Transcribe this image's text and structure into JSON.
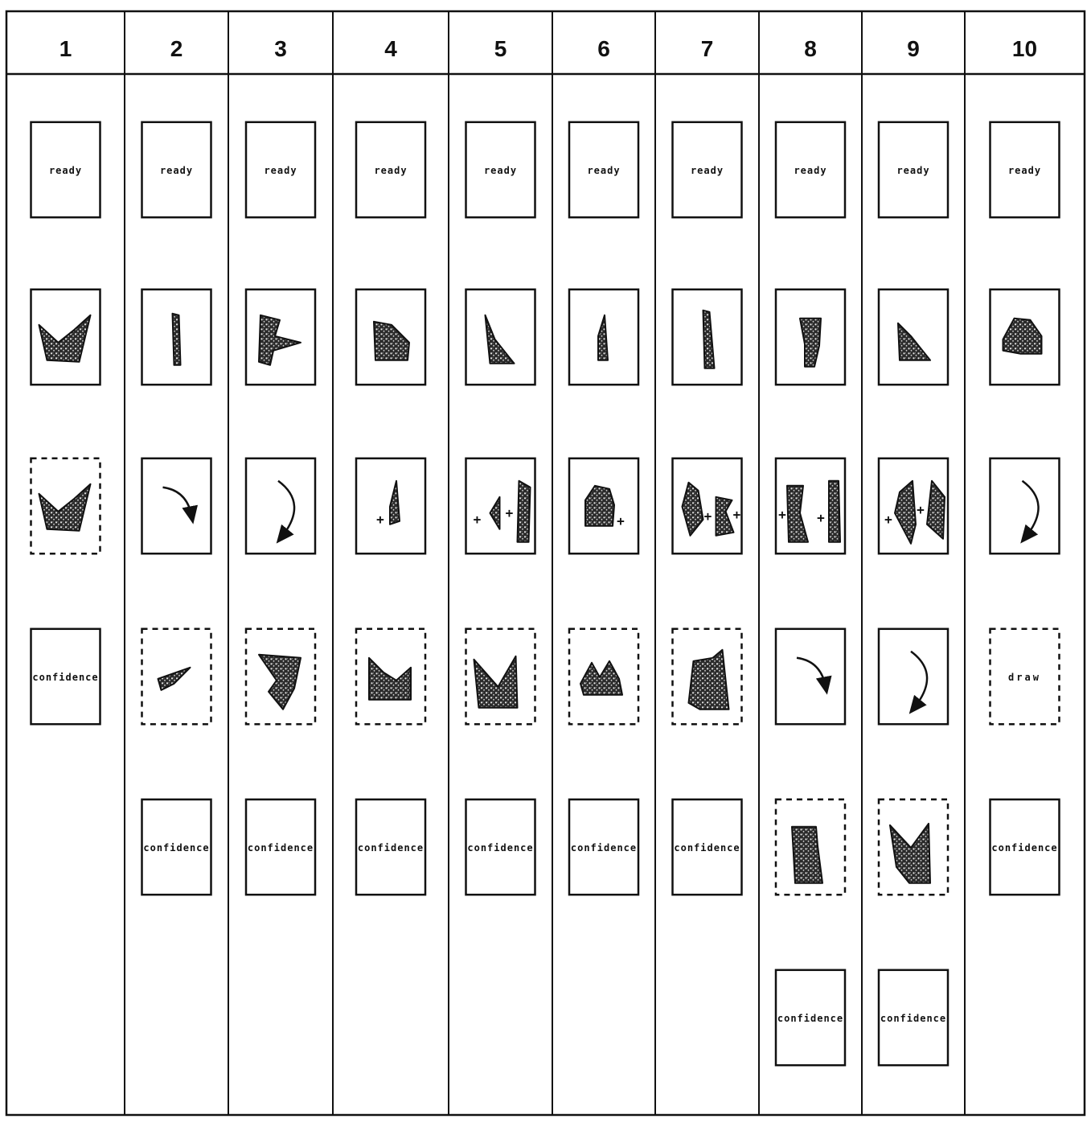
{
  "colors": {
    "ink": "#111111",
    "fill": "#2a2a2a",
    "paper": "#ffffff",
    "speckle": "#e6e6e6"
  },
  "columns": [
    {
      "label": "1",
      "cells": [
        {
          "kind": "text",
          "text": "ready"
        },
        {
          "kind": "shape",
          "shape": "crown-v"
        },
        {
          "kind": "shape",
          "shape": "crown-v",
          "dashed": true
        },
        {
          "kind": "text",
          "text": "confidence"
        }
      ]
    },
    {
      "label": "2",
      "cells": [
        {
          "kind": "text",
          "text": "ready"
        },
        {
          "kind": "shape",
          "shape": "sliver"
        },
        {
          "kind": "icon",
          "icon": "rotate-small-arrow"
        },
        {
          "kind": "shape",
          "shape": "wedge",
          "dashed": true
        },
        {
          "kind": "text",
          "text": "confidence"
        }
      ]
    },
    {
      "label": "3",
      "cells": [
        {
          "kind": "text",
          "text": "ready"
        },
        {
          "kind": "shape",
          "shape": "k-shape"
        },
        {
          "kind": "icon",
          "icon": "rotate-large-arrow"
        },
        {
          "kind": "shape",
          "shape": "twisted",
          "dashed": true
        },
        {
          "kind": "text",
          "text": "confidence"
        }
      ]
    },
    {
      "label": "4",
      "cells": [
        {
          "kind": "text",
          "text": "ready"
        },
        {
          "kind": "shape",
          "shape": "trapezoid"
        },
        {
          "kind": "shape",
          "shape": "sliver-plus"
        },
        {
          "kind": "shape",
          "shape": "notched",
          "dashed": true
        },
        {
          "kind": "text",
          "text": "confidence"
        }
      ]
    },
    {
      "label": "5",
      "cells": [
        {
          "kind": "text",
          "text": "ready"
        },
        {
          "kind": "shape",
          "shape": "right-triangle"
        },
        {
          "kind": "shape",
          "shape": "pair-triangle-sliver"
        },
        {
          "kind": "shape",
          "shape": "big-m",
          "dashed": true
        },
        {
          "kind": "text",
          "text": "confidence"
        }
      ]
    },
    {
      "label": "6",
      "cells": [
        {
          "kind": "text",
          "text": "ready"
        },
        {
          "kind": "shape",
          "shape": "small-sliver"
        },
        {
          "kind": "shape",
          "shape": "pentagon-plus"
        },
        {
          "kind": "shape",
          "shape": "crown-m",
          "dashed": true
        },
        {
          "kind": "text",
          "text": "confidence"
        }
      ]
    },
    {
      "label": "7",
      "cells": [
        {
          "kind": "text",
          "text": "ready"
        },
        {
          "kind": "shape",
          "shape": "tall-sliver"
        },
        {
          "kind": "shape",
          "shape": "pair-kite-k"
        },
        {
          "kind": "shape",
          "shape": "blob",
          "dashed": true
        },
        {
          "kind": "text",
          "text": "confidence"
        }
      ]
    },
    {
      "label": "8",
      "cells": [
        {
          "kind": "text",
          "text": "ready"
        },
        {
          "kind": "shape",
          "shape": "bar"
        },
        {
          "kind": "shape",
          "shape": "pair-bar-bar"
        },
        {
          "kind": "icon",
          "icon": "rotate-small-arrow"
        },
        {
          "kind": "shape",
          "shape": "l-block",
          "dashed": true
        },
        {
          "kind": "text",
          "text": "confidence"
        }
      ]
    },
    {
      "label": "9",
      "cells": [
        {
          "kind": "text",
          "text": "ready"
        },
        {
          "kind": "shape",
          "shape": "small-triangle"
        },
        {
          "kind": "shape",
          "shape": "pair-kite-trap"
        },
        {
          "kind": "icon",
          "icon": "rotate-large-arrow"
        },
        {
          "kind": "shape",
          "shape": "bowtie",
          "dashed": true
        },
        {
          "kind": "text",
          "text": "confidence"
        }
      ]
    },
    {
      "label": "10",
      "cells": [
        {
          "kind": "text",
          "text": "ready"
        },
        {
          "kind": "shape",
          "shape": "pentagon"
        },
        {
          "kind": "icon",
          "icon": "rotate-large-arrow"
        },
        {
          "kind": "text",
          "text": "draw",
          "dashed": true
        },
        {
          "kind": "text",
          "text": "confidence"
        }
      ]
    }
  ]
}
